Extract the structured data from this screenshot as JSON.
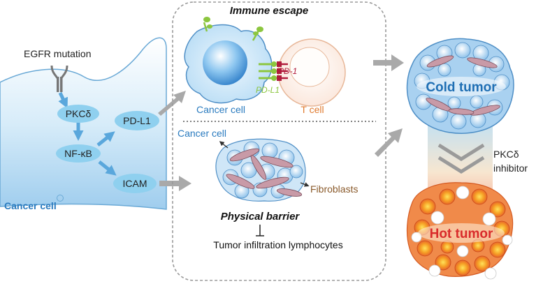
{
  "left_panel": {
    "receptor_label": "EGFR mutation",
    "region_label": "Cancer cell",
    "nodes": {
      "pkc": "PKCδ",
      "nfkb": "NF-κB",
      "pdl1": "PD-L1",
      "icam": "ICAM"
    }
  },
  "center_panel": {
    "immune_escape_title": "Immune escape",
    "cancer_cell_label": "Cancer cell",
    "t_cell_label": "T cell",
    "pd1_label": "PD-1",
    "pdl1_label": "PD-L1",
    "cluster_label": "Cancer cell",
    "fibroblasts_label": "Fibroblasts",
    "barrier_title": "Physical barrier",
    "infiltration_label": "Tumor infiltration lymphocytes"
  },
  "right_panel": {
    "cold_tumor": "Cold tumor",
    "hot_tumor": "Hot tumor",
    "inhibitor_line1": "PKCδ",
    "inhibitor_line2": "inhibitor"
  },
  "colors": {
    "node_fill": "#8fd0ef",
    "cancer_label": "#2a7bbf",
    "tcell_label": "#e07a2e",
    "pd1": "#b01c3c",
    "pdl1": "#8cc63f",
    "fibroblast_label": "#8a5a2b",
    "arrow": "#a9a9a9"
  }
}
